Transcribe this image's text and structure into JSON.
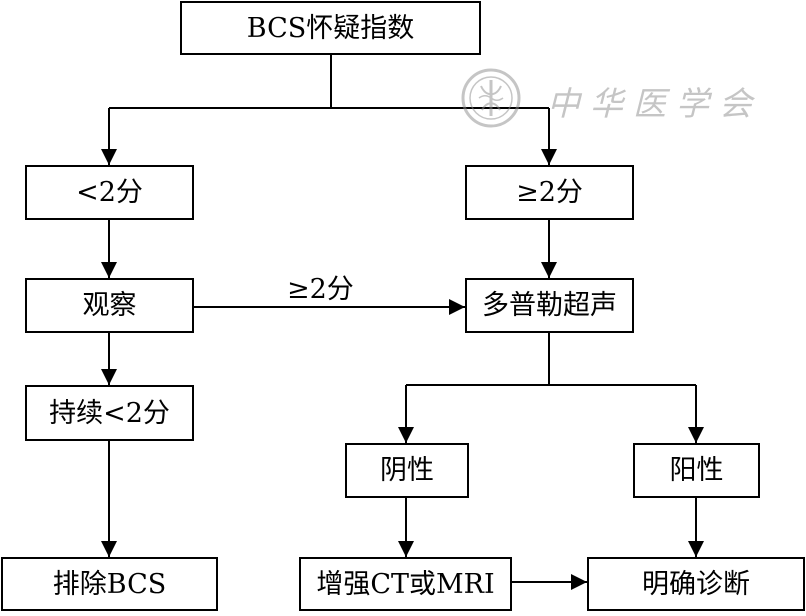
{
  "nodes": {
    "root": "BCS怀疑指数",
    "lt2": "<2分",
    "ge2": "≥2分",
    "observe": "观察",
    "doppler": "多普勒超声",
    "persist_lt2": "持续<2分",
    "negative": "阴性",
    "positive": "阳性",
    "exclude": "排除BCS",
    "ct_mri": "增强CT或MRI",
    "diagnosis": "明确诊断"
  },
  "edges": {
    "observe_to_doppler": "≥2分"
  },
  "watermark": {
    "text": "中华医学会"
  },
  "colors": {
    "line": "#000000",
    "box_border": "#000000",
    "background": "#ffffff",
    "watermark": "#8c8c8c"
  }
}
